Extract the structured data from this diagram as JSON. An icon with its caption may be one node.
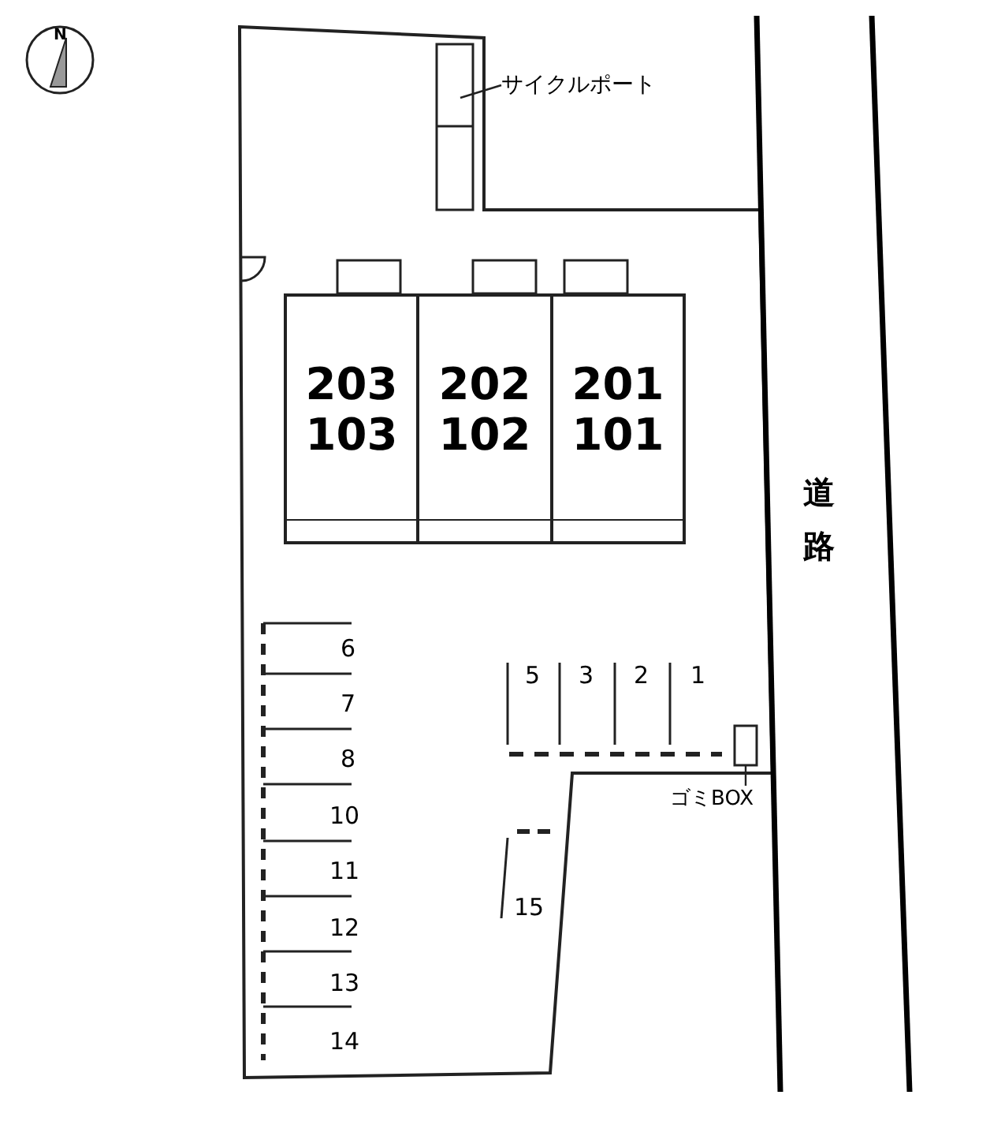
{
  "diagram": {
    "nodes": [
      {
        "text": [
          "203 103"
        ]
      },
      {
        "text": [
          "202 102"
        ]
      },
      {
        "text": [
          "201 101"
        ]
      },
      {
        "text": [
          "サイクルポート"
        ]
      },
      {
        "text": [],
        "shape": "box"
      },
      {
        "text": [
          "ゴミBOX"
        ]
      },
      {
        "text": [],
        "shape": "box"
      }
    ],
    "edges": [
      {
        "from": 3,
        "to": 4,
        "arrow": "none"
      },
      {
        "from": 5,
        "to": 6,
        "arrow": "none"
      }
    ],
    "labels": [
      "N",
      "5",
      "3",
      "2",
      "1",
      "6",
      "7",
      "8",
      "10",
      "11",
      "12",
      "13",
      "14",
      "15",
      "道路"
    ]
  }
}
